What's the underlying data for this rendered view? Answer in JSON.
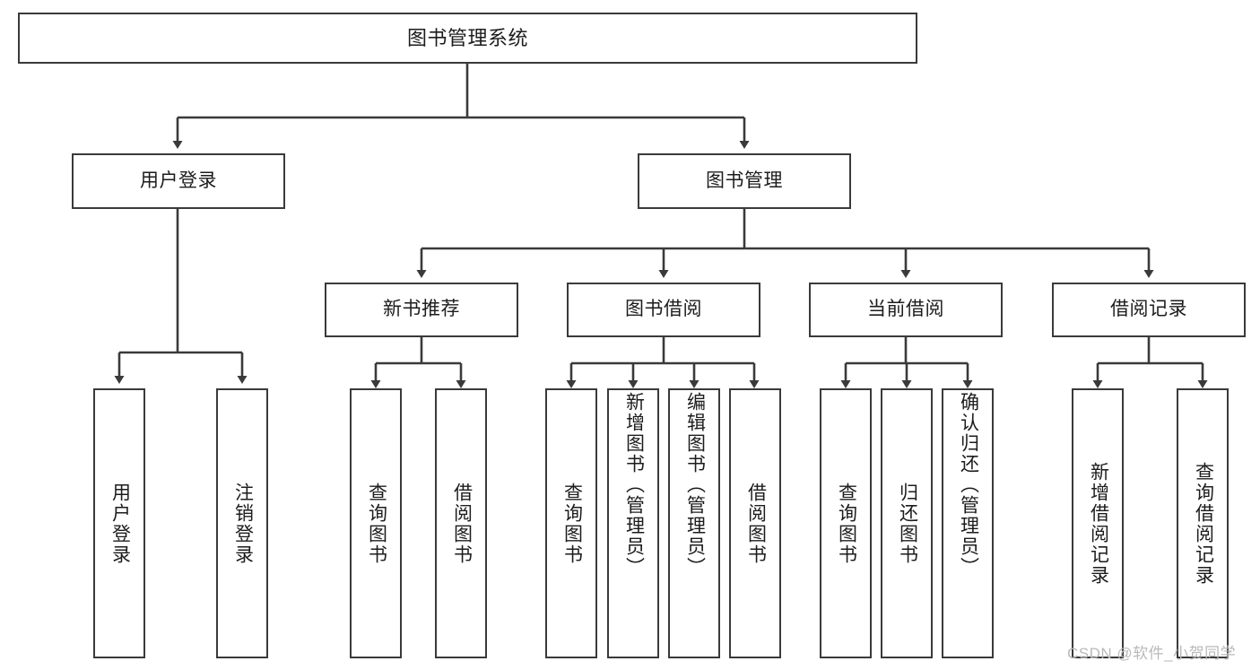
{
  "diagram": {
    "title": "图书管理系统",
    "type": "hierarchy-tree",
    "root": {
      "label": "图书管理系统"
    },
    "level1": [
      {
        "label": "用户登录"
      },
      {
        "label": "图书管理"
      }
    ],
    "level2": [
      {
        "label": "新书推荐"
      },
      {
        "label": "图书借阅"
      },
      {
        "label": "当前借阅"
      },
      {
        "label": "借阅记录"
      }
    ],
    "leaves": {
      "user_login": [
        {
          "label": "用户登录"
        },
        {
          "label": "注销登录"
        }
      ],
      "new_book_recommend": [
        {
          "label": "查询图书"
        },
        {
          "label": "借阅图书"
        }
      ],
      "book_borrow": [
        {
          "label": "查询图书"
        },
        {
          "label": "新增图书（管理员）"
        },
        {
          "label": "编辑图书（管理员）"
        },
        {
          "label": "借阅图书"
        }
      ],
      "current_borrow": [
        {
          "label": "查询图书"
        },
        {
          "label": "归还图书"
        },
        {
          "label": "确认归还（管理员）"
        }
      ],
      "borrow_record": [
        {
          "label": "新增借阅记录"
        },
        {
          "label": "查询借阅记录"
        }
      ]
    }
  },
  "watermark": {
    "text": "CSDN @软件_小贺同学"
  },
  "colors": {
    "border": "#3a3a3a",
    "text": "#1c1c1c",
    "background": "#ffffff",
    "watermark": "#b9b9b9"
  }
}
